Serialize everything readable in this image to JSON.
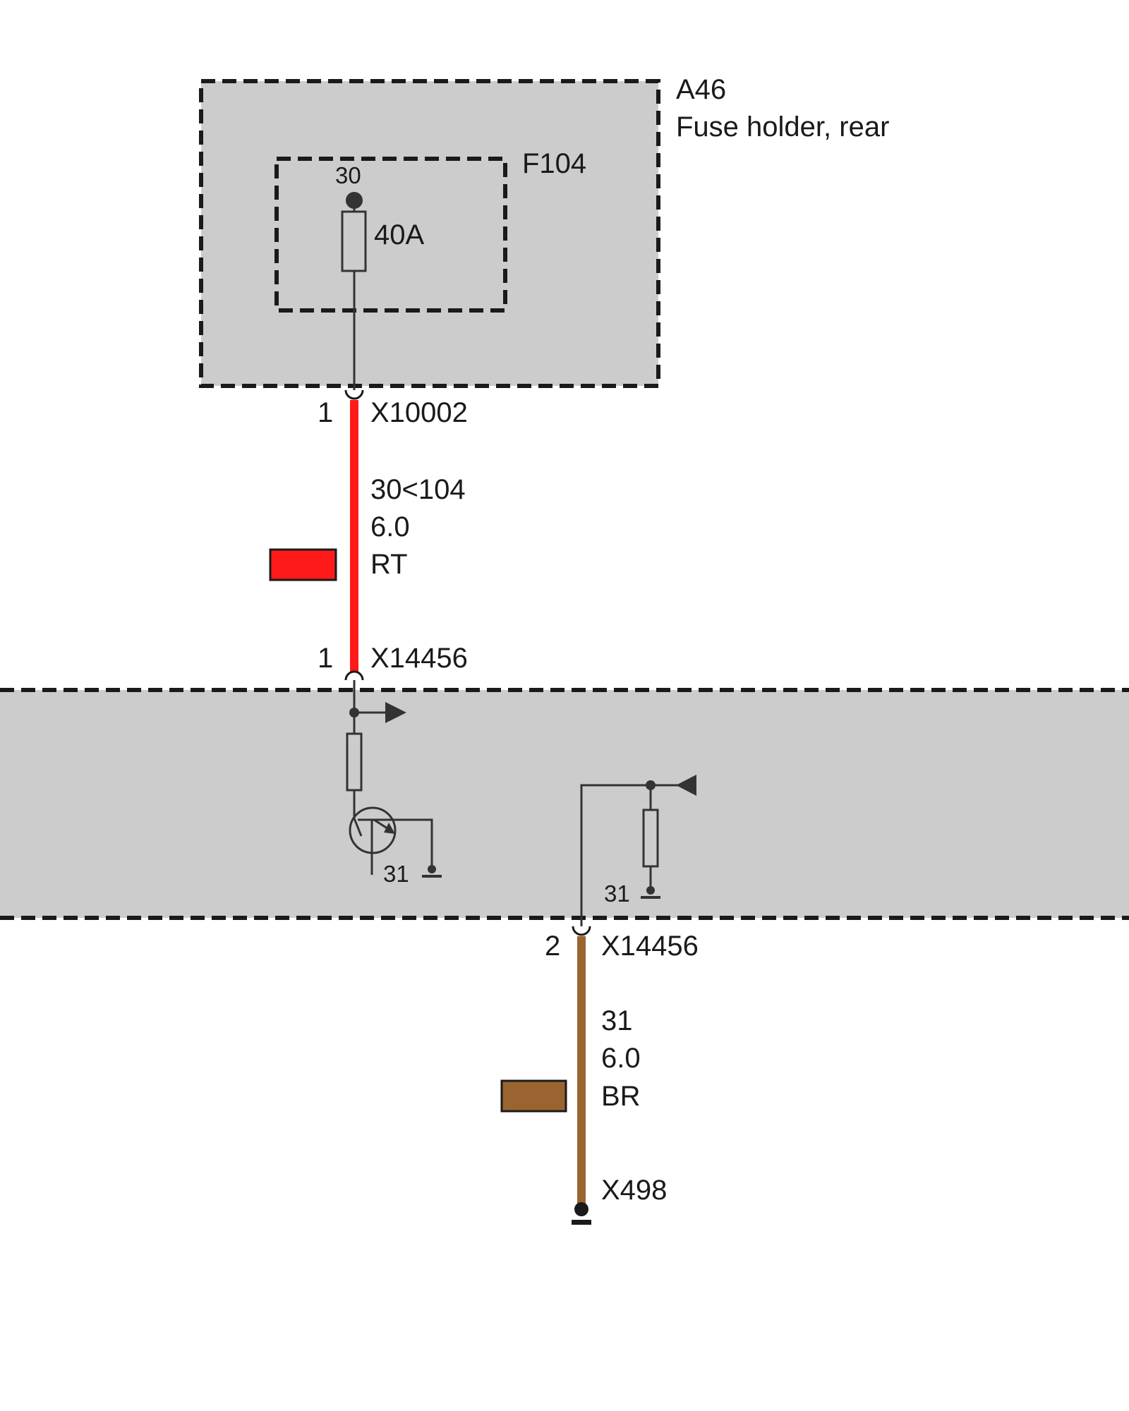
{
  "colors": {
    "panel_fill": "#cccccc",
    "wire_red": "#ff1a1a",
    "wire_brown": "#9a6431",
    "line": "#333333"
  },
  "fuse_holder": {
    "id": "A46",
    "name": "Fuse holder, rear",
    "fuse": {
      "id": "F104",
      "terminal": "30",
      "rating": "40A"
    }
  },
  "wire_red": {
    "connector_top": {
      "pin": "1",
      "id": "X10002"
    },
    "signal": "30<104",
    "cross_section": "6.0",
    "color_code": "RT",
    "connector_bottom": {
      "pin": "1",
      "id": "X14456"
    }
  },
  "control_unit": {
    "ground_left": "31",
    "ground_right": "31"
  },
  "wire_brown": {
    "connector_top": {
      "pin": "2",
      "id": "X14456"
    },
    "signal": "31",
    "cross_section": "6.0",
    "color_code": "BR",
    "ground_point": "X498"
  }
}
